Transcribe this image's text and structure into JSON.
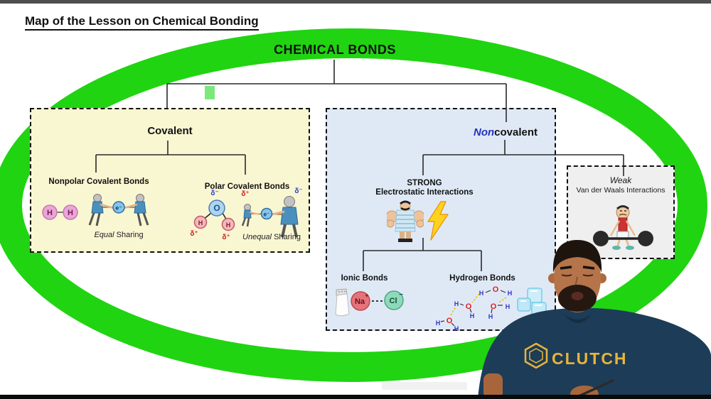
{
  "header": {
    "title": "Map of the Lesson on Chemical Bonding"
  },
  "diagram": {
    "root_label": "CHEMICAL BONDS",
    "covalent": {
      "title": "Covalent",
      "electron": "e⁻",
      "nonpolar": {
        "title": "Nonpolar Covalent Bonds",
        "atom": "H",
        "caption_em": "Equal",
        "caption_rest": "Sharing"
      },
      "polar": {
        "title": "Polar Covalent Bonds",
        "atom_o": "O",
        "atom_h": "H",
        "delta_minus": "δ⁻",
        "delta_plus": "δ⁺",
        "caption_em": "Unequal",
        "caption_rest": "Sharing"
      }
    },
    "noncovalent": {
      "title_prefix": "Non",
      "title_suffix": "covalent",
      "strong": {
        "line1": "STRONG",
        "line2": "Electrostatic Interactions"
      },
      "ionic": {
        "title": "Ionic Bonds",
        "cation": "Na",
        "cation_charge": "+",
        "anion": "Cl",
        "anion_charge": "−"
      },
      "hydrogen": {
        "title": "Hydrogen Bonds",
        "atom_h": "H",
        "atom_o": "O"
      }
    },
    "weak": {
      "title_em": "Weak",
      "subtitle": "Van der Waals Interactions"
    }
  },
  "presenter": {
    "shirt_brand": "CLUTCH"
  },
  "colors": {
    "marker_green": "#20d411",
    "marker_green_light": "#7ce87c",
    "covalent_bg": "#f9f6d2",
    "noncovalent_bg": "#dfe9f6",
    "weak_bg": "#efefef",
    "shirt_navy": "#1d3c57",
    "brand_gold": "#e8b53a",
    "noncovalent_accent": "#2233bb"
  }
}
